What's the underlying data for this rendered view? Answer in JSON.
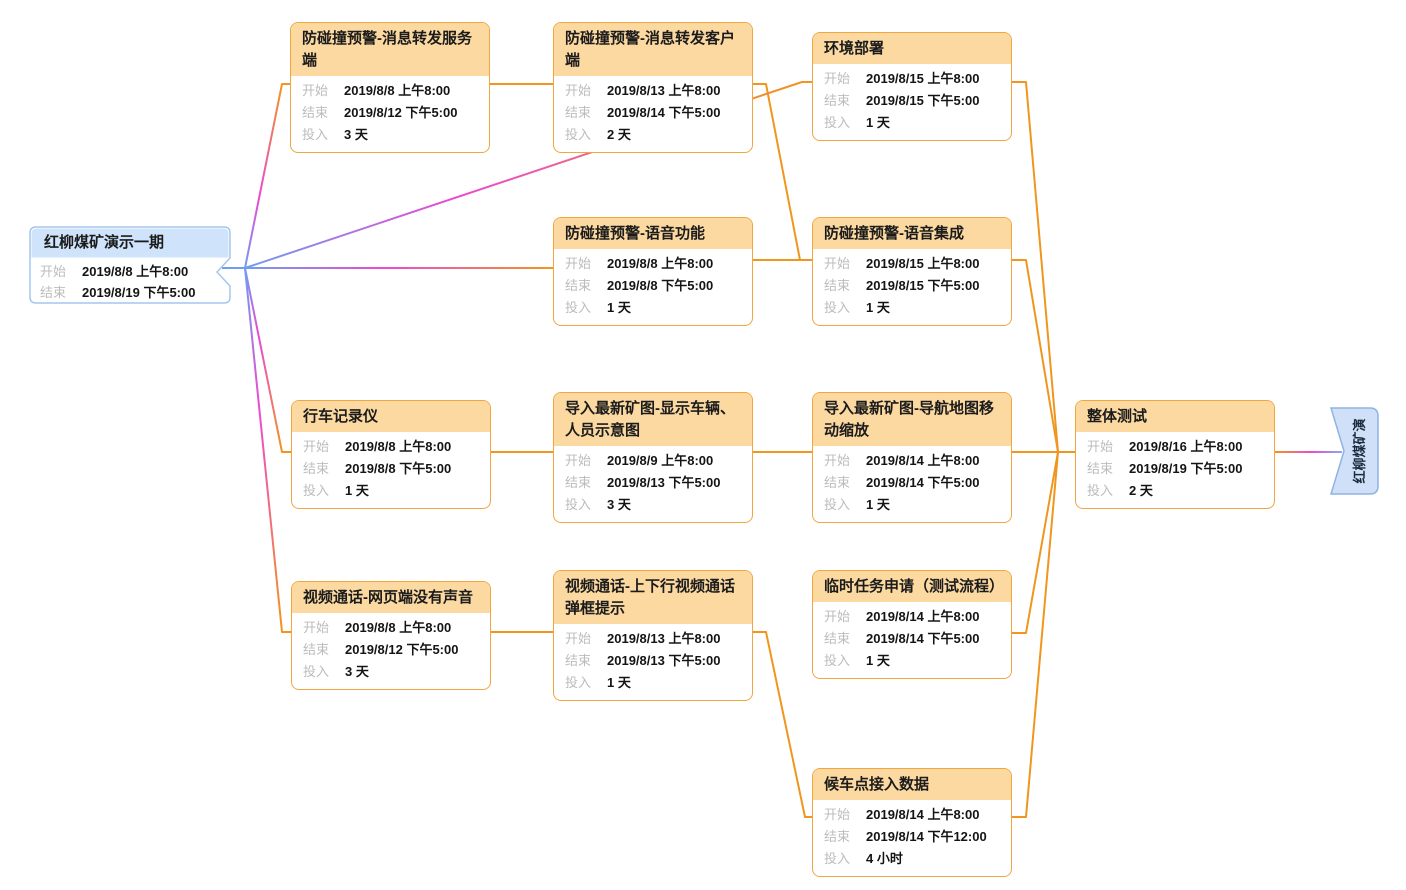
{
  "diagram": {
    "root": {
      "title": "红柳煤矿演示一期",
      "start_label": "开始",
      "start": "2019/8/8 上午8:00",
      "end_label": "结束",
      "end": "2019/8/19 下午5:00"
    },
    "end_ribbon": {
      "title": "红柳煤矿演"
    },
    "labels": {
      "start": "开始",
      "end": "结束",
      "effort": "投入"
    },
    "tasks": [
      {
        "id": "t1",
        "title": "防碰撞预警-消息转发服务端",
        "start": "2019/8/8 上午8:00",
        "end": "2019/8/12 下午5:00",
        "effort": "3 天"
      },
      {
        "id": "t2",
        "title": "防碰撞预警-消息转发客户端",
        "start": "2019/8/13 上午8:00",
        "end": "2019/8/14 下午5:00",
        "effort": "2 天"
      },
      {
        "id": "t3",
        "title": "环境部署",
        "start": "2019/8/15 上午8:00",
        "end": "2019/8/15 下午5:00",
        "effort": "1 天"
      },
      {
        "id": "t4",
        "title": "防碰撞预警-语音功能",
        "start": "2019/8/8 上午8:00",
        "end": "2019/8/8 下午5:00",
        "effort": "1 天"
      },
      {
        "id": "t5",
        "title": "防碰撞预警-语音集成",
        "start": "2019/8/15 上午8:00",
        "end": "2019/8/15 下午5:00",
        "effort": "1 天"
      },
      {
        "id": "t6",
        "title": "行车记录仪",
        "start": "2019/8/8 上午8:00",
        "end": "2019/8/8 下午5:00",
        "effort": "1 天"
      },
      {
        "id": "t7",
        "title": "导入最新矿图-显示车辆、人员示意图",
        "start": "2019/8/9 上午8:00",
        "end": "2019/8/13 下午5:00",
        "effort": "3 天"
      },
      {
        "id": "t8",
        "title": "导入最新矿图-导航地图移动缩放",
        "start": "2019/8/14 上午8:00",
        "end": "2019/8/14 下午5:00",
        "effort": "1 天"
      },
      {
        "id": "t9",
        "title": "整体测试",
        "start": "2019/8/16 上午8:00",
        "end": "2019/8/19 下午5:00",
        "effort": "2 天"
      },
      {
        "id": "t10",
        "title": "视频通话-网页端没有声音",
        "start": "2019/8/8 上午8:00",
        "end": "2019/8/12 下午5:00",
        "effort": "3 天"
      },
      {
        "id": "t11",
        "title": "视频通话-上下行视频通话弹框提示",
        "start": "2019/8/13 上午8:00",
        "end": "2019/8/13 下午5:00",
        "effort": "1 天"
      },
      {
        "id": "t12",
        "title": "临时任务申请（测试流程）",
        "start": "2019/8/14 上午8:00",
        "end": "2019/8/14 下午5:00",
        "effort": "1 天"
      },
      {
        "id": "t13",
        "title": "候车点接入数据",
        "start": "2019/8/14 上午8:00",
        "end": "2019/8/14 下午12:00",
        "effort": "4 小时"
      }
    ],
    "edges": [
      {
        "from": "root",
        "to": "t1"
      },
      {
        "from": "root",
        "to": "t3"
      },
      {
        "from": "root",
        "to": "t4"
      },
      {
        "from": "root",
        "to": "t6"
      },
      {
        "from": "root",
        "to": "t10"
      },
      {
        "from": "t1",
        "to": "t2"
      },
      {
        "from": "t2",
        "to": "t5"
      },
      {
        "from": "t4",
        "to": "t5"
      },
      {
        "from": "t3",
        "to": "t9"
      },
      {
        "from": "t5",
        "to": "t9"
      },
      {
        "from": "t6",
        "to": "t7"
      },
      {
        "from": "t7",
        "to": "t8"
      },
      {
        "from": "t8",
        "to": "t9"
      },
      {
        "from": "t10",
        "to": "t11"
      },
      {
        "from": "t11",
        "to": "t12"
      },
      {
        "from": "t11",
        "to": "t13"
      },
      {
        "from": "t12",
        "to": "t9"
      },
      {
        "from": "t13",
        "to": "t9"
      },
      {
        "from": "t9",
        "to": "end_ribbon"
      }
    ],
    "colors": {
      "task_border": "#f1a640",
      "task_header": "#fcd9a1",
      "label_gray": "#bcbcbc",
      "line_orange": "#f0961e",
      "line_magenta": "#ec4ad1",
      "line_blue": "#6f9df5",
      "root_header": "#cfe3fa",
      "root_border": "#a3c6ee",
      "ribbon_fill": "#cfe0f8",
      "ribbon_border": "#8fb4e3"
    }
  }
}
